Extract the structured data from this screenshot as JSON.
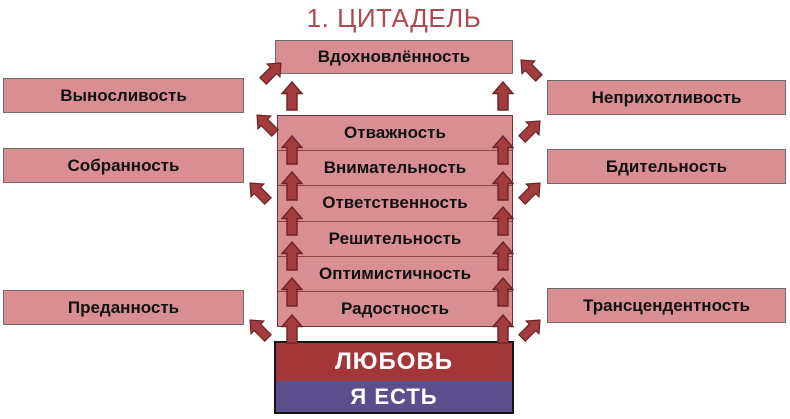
{
  "title": "1. ЦИТАДЕЛЬ",
  "top_box": {
    "label": "Вдохновлённость"
  },
  "center_column": {
    "rows": [
      "Отважность",
      "Внимательность",
      "Ответственность",
      "Решительность",
      "Оптимистичность",
      "Радостность"
    ]
  },
  "left_boxes": [
    "Выносливость",
    "Собранность",
    "Преданность"
  ],
  "right_boxes": [
    "Неприхотливость",
    "Бдительность",
    "Трансцендентность"
  ],
  "foundation": {
    "love": "ЛЮБОВЬ",
    "i_am": "Я ЕСТЬ"
  },
  "icons": {
    "up_arrow": "block-arrow-up",
    "diagonal_arrow_ne": "block-arrow-up-right",
    "diagonal_arrow_nw": "block-arrow-up-left"
  },
  "colors": {
    "box_fill": "#D98F92",
    "box_border": "#6D6D6D",
    "column_divider": "#8B4547",
    "arrow_fill": "#A33C3E",
    "arrow_outline": "#6B2425",
    "title_text": "#AC4A50",
    "love_bg": "#A23639",
    "i_am_bg": "#5C4D8D",
    "foundation_border": "#161616",
    "label_text": "#111111",
    "foundation_text": "#FFFFFF"
  }
}
